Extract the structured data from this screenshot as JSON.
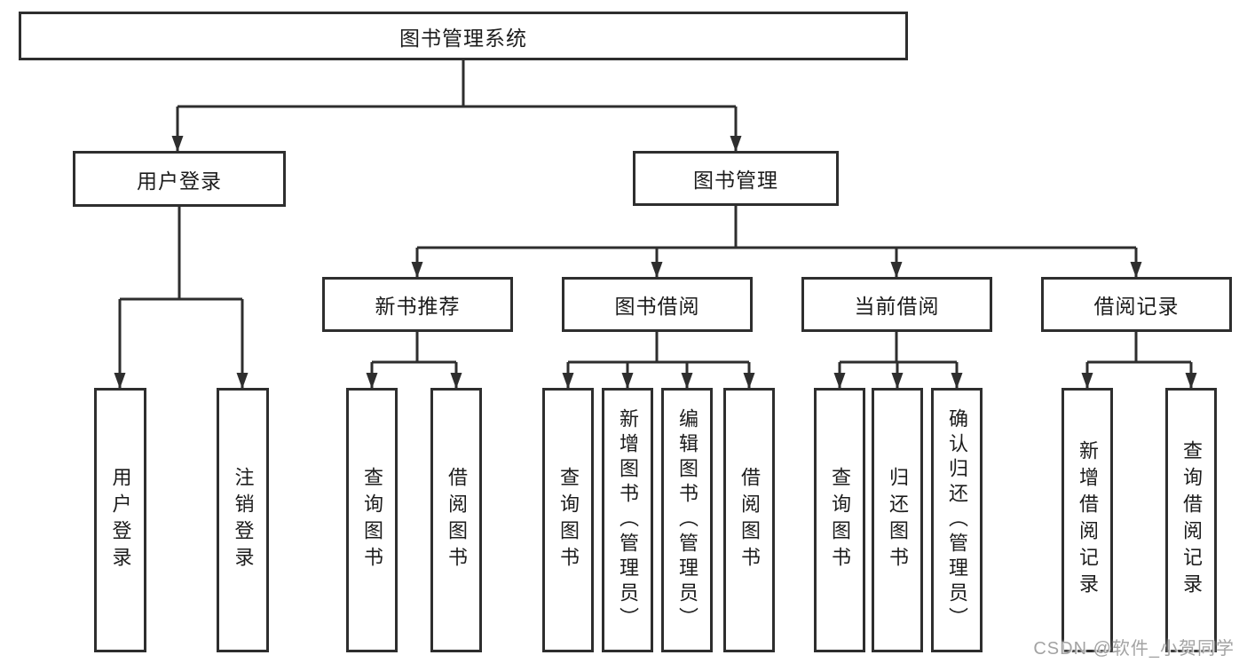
{
  "tree": {
    "root": "图书管理系统",
    "branches": [
      {
        "label": "用户登录",
        "children": [
          "用户登录",
          "注销登录"
        ]
      },
      {
        "label": "图书管理",
        "groups": [
          {
            "label": "新书推荐",
            "children": [
              "查询图书",
              "借阅图书"
            ]
          },
          {
            "label": "图书借阅",
            "children": [
              "查询图书",
              "新增图书（管理员）",
              "编辑图书（管理员）",
              "借阅图书"
            ]
          },
          {
            "label": "当前借阅",
            "children": [
              "查询图书",
              "归还图书",
              "确认归还（管理员）"
            ]
          },
          {
            "label": "借阅记录",
            "children": [
              "新增借阅记录",
              "查询借阅记录"
            ]
          }
        ]
      }
    ]
  },
  "watermark": {
    "text": "CSDN @软件_小贺同学"
  },
  "colors": {
    "line": "#2e2e2e",
    "text": "#1c1c1c",
    "background": "#ffffff",
    "watermark": "#a3a3a3"
  }
}
